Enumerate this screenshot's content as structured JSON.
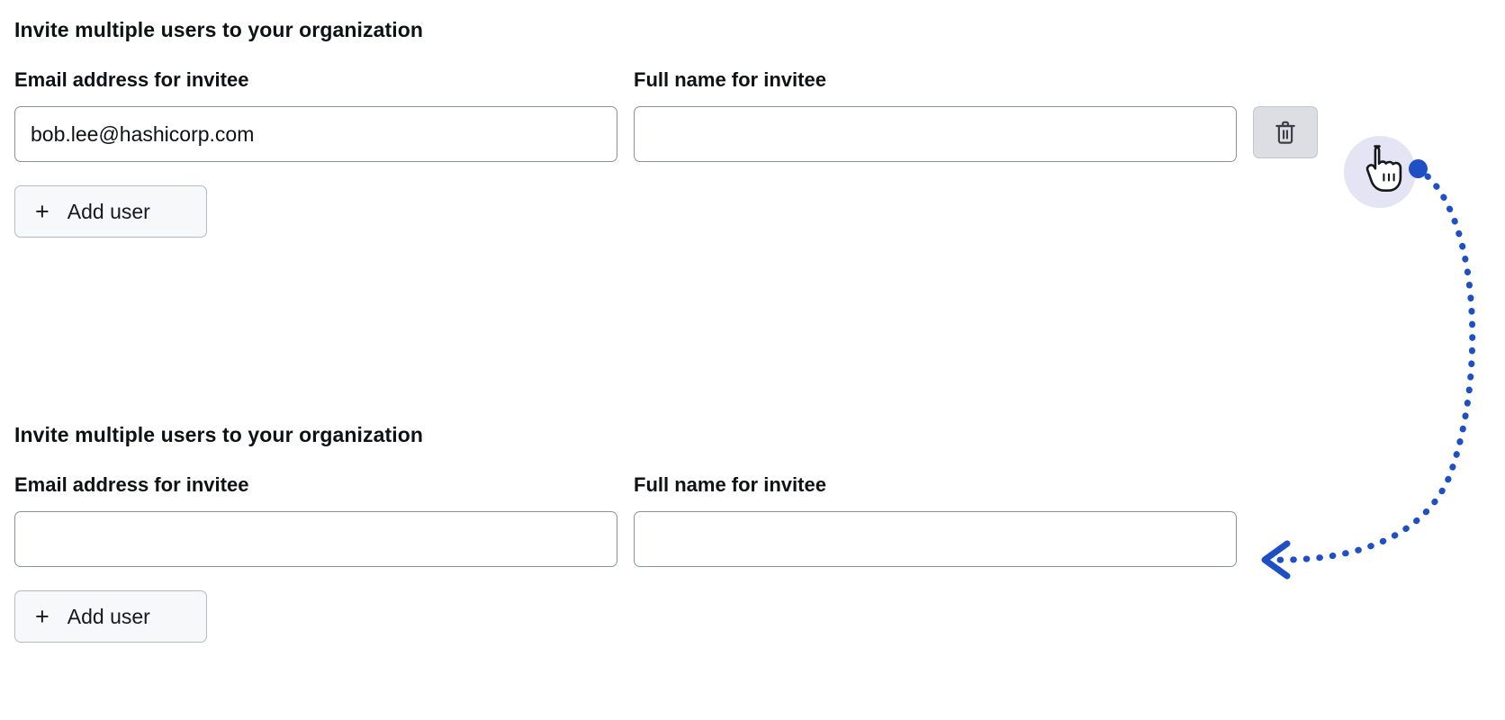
{
  "theme": {
    "background": "#ffffff",
    "text_color": "#0f1114",
    "input_border": "#8c909c",
    "button_border": "#b7bac2",
    "button_background": "#f7f8f9",
    "delete_button_background": "#dcdee3",
    "annotation_blue": "#1f4fc4",
    "cursor_halo": "#dcdcf2"
  },
  "sections": [
    {
      "heading": "Invite multiple users to your organization",
      "email_label": "Email address for invitee",
      "email_value": "bob.lee@hashicorp.com",
      "email_placeholder": "",
      "name_label": "Full name for invitee",
      "name_value": "",
      "name_placeholder": "",
      "has_delete_button": true,
      "delete_button_title": "Delete invitee row",
      "add_button_label": "Add user",
      "add_button_icon": "plus-icon"
    },
    {
      "heading": "Invite multiple users to your organization",
      "email_label": "Email address for invitee",
      "email_value": "",
      "email_placeholder": "",
      "name_label": "Full name for invitee",
      "name_value": "",
      "name_placeholder": "",
      "has_delete_button": false,
      "delete_button_title": "",
      "add_button_label": "Add user",
      "add_button_icon": "plus-icon"
    }
  ],
  "annotation": {
    "type": "click-action-arrow",
    "icons": {
      "cursor": "pointer-hand-cursor-icon",
      "origin_marker": "blue-dot-marker",
      "trash": "trash-icon",
      "arrowhead": "arrow-left-head"
    },
    "label": ""
  }
}
